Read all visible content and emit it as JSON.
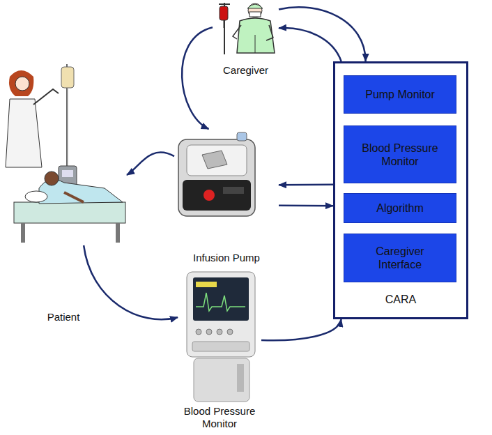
{
  "diagram": {
    "nodes": [
      {
        "text": [
          "Caregiver"
        ]
      },
      {
        "text": [
          "CARA"
        ]
      },
      {
        "text": [
          "Pump Monitor"
        ],
        "in": 1
      },
      {
        "text": [
          "Blood Pressure Monitor"
        ],
        "in": 1
      },
      {
        "text": [
          "Algorithm"
        ],
        "in": 1
      },
      {
        "text": [
          "Caregiver Interface"
        ],
        "in": 1
      },
      {
        "text": [
          "Patient"
        ]
      },
      {
        "text": [
          "Infusion Pump"
        ]
      },
      {
        "text": [
          "Blood Pressure Monitor"
        ]
      }
    ],
    "edges": [
      {
        "from": 0,
        "to": 1,
        "arrow": "to"
      },
      {
        "from": 1,
        "to": 0,
        "arrow": "to"
      },
      {
        "from": 0,
        "to": 7,
        "arrow": "to"
      },
      {
        "from": 7,
        "to": 6,
        "arrow": "to"
      },
      {
        "from": 1,
        "to": 7,
        "arrow": "to"
      },
      {
        "from": 7,
        "to": 1,
        "arrow": "to"
      },
      {
        "from": 6,
        "to": 8,
        "arrow": "to"
      },
      {
        "from": 8,
        "to": 1,
        "arrow": "to"
      }
    ]
  }
}
